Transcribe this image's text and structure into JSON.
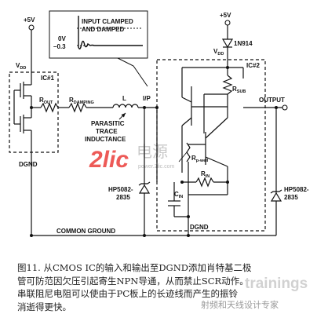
{
  "labels": {
    "vcc_left": "+5V",
    "vcc_right": "+5V",
    "vdd_left": "V",
    "vdd_left_sub": "DD",
    "vdd_right": "V",
    "vdd_right_sub": "DD",
    "ic1": "IC#1",
    "ic2": "IC#2",
    "rout": "R",
    "rout_sub": "OUT",
    "rdamping": "R",
    "rdamping_sub": "DAMPING",
    "inductor": "L",
    "ip": "I/P",
    "diode_top": "1N914",
    "rsub": "R",
    "rsub_sub": "SUB",
    "output": "OUTPUT",
    "rpwell": "R",
    "rpwell_sub": "p-well",
    "rin": "R",
    "rin_sub": "IN",
    "cin": "C",
    "cin_sub": "IN",
    "parasitic_1": "PARASITIC",
    "parasitic_2": "TRACE",
    "parasitic_3": "INDUCTANCE",
    "hp_left_1": "HP5082-",
    "hp_left_2": "2835",
    "hp_right_1": "HP5082-",
    "hp_right_2": "2835",
    "dgnd_left": "DGND",
    "dgnd_right": "DGND",
    "common_ground": "COMMON GROUND",
    "inset_title_1": "INPUT CLAMPED",
    "inset_title_2": "AND DAMPED",
    "inset_0v": "0V",
    "inset_neg": "–0.3"
  },
  "watermark": {
    "logo": "2lic",
    "cn": "电源",
    "url": "power.2lic.com",
    "site_cn": "射频和天线设计专家",
    "site_en": "trainings"
  },
  "caption": [
    "图11. 从CMOS IC的输入和输出至DGND添加肖特基二极",
    "管可防范因欠压引起寄生NPN导通，从而禁止SCR动作。",
    "串联阻尼电阻可以使由于PC板上的长迹线而产生的振铃",
    "消逝得更快。"
  ],
  "colors": {
    "ink": "#111111",
    "watermark_red": "#e8231f",
    "watermark_gray": "#c9c9c9",
    "watermark_orange": "#f29d38"
  }
}
